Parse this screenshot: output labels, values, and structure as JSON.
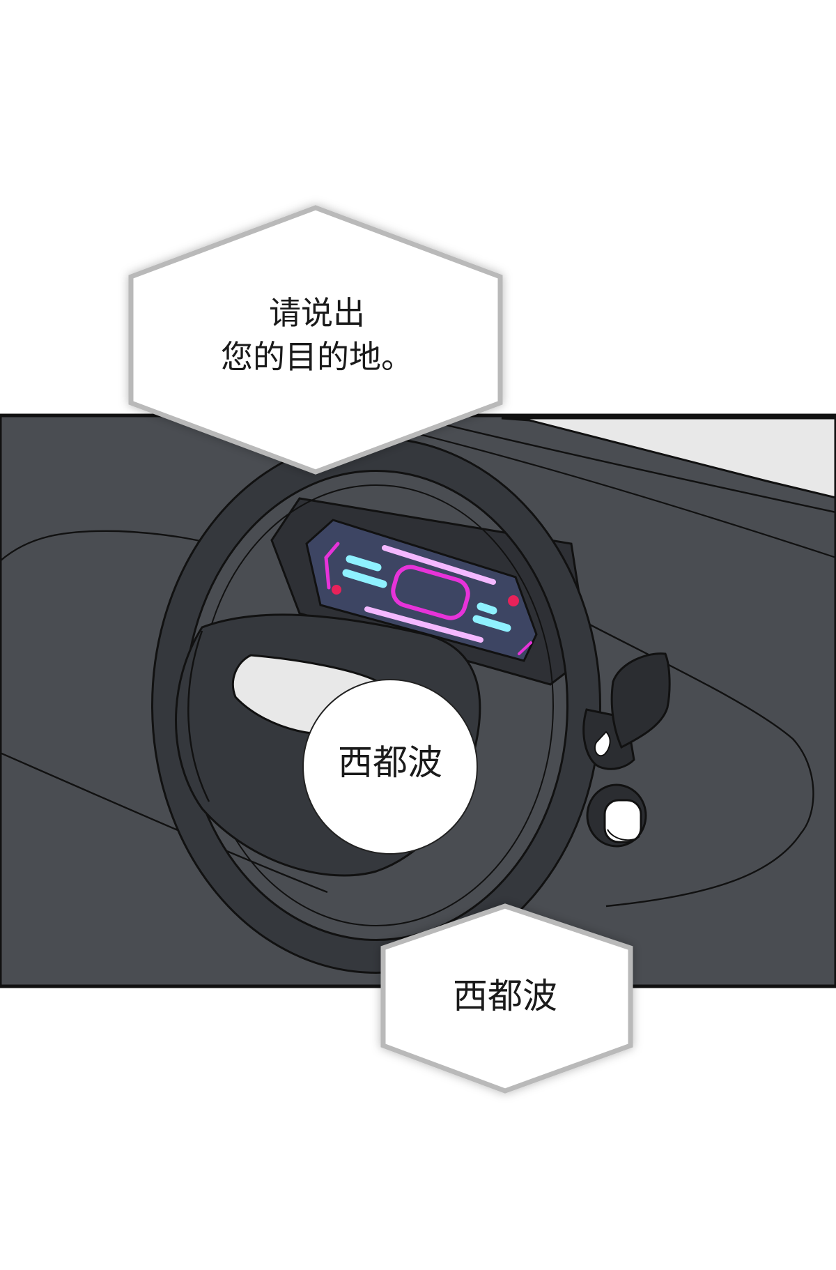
{
  "panel": {
    "bubbles": {
      "hex_top": "请说出\n您的目的地。",
      "round": "西都波",
      "hex_bottom": "西都波"
    }
  },
  "colors": {
    "background": "#ffffff",
    "interior_dark": "#4a4d52",
    "wheel": "#35383d",
    "outline": "#111111",
    "window": "#e8e8e8",
    "screen": "#3d4563",
    "neon_cyan": "#8ff1ff",
    "neon_pink": "#f4b8ff",
    "neon_magenta": "#e733d9",
    "neon_red": "#e8225a"
  }
}
